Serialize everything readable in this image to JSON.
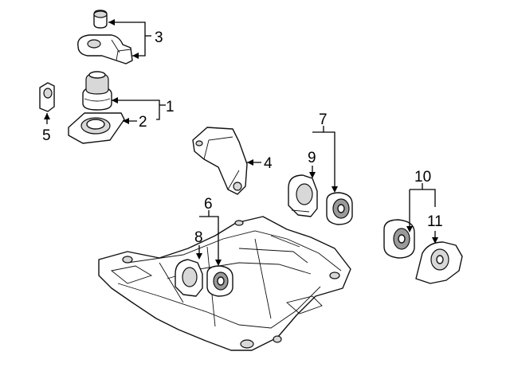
{
  "diagram": {
    "colors": {
      "line": "#111111",
      "shade": "#d8d8d8",
      "background": "#ffffff"
    },
    "callouts": [
      {
        "id": "1",
        "label": "1"
      },
      {
        "id": "2",
        "label": "2"
      },
      {
        "id": "3",
        "label": "3"
      },
      {
        "id": "4",
        "label": "4"
      },
      {
        "id": "5",
        "label": "5"
      },
      {
        "id": "6",
        "label": "6"
      },
      {
        "id": "7",
        "label": "7"
      },
      {
        "id": "8",
        "label": "8"
      },
      {
        "id": "9",
        "label": "9"
      },
      {
        "id": "10",
        "label": "10"
      },
      {
        "id": "11",
        "label": "11"
      }
    ]
  }
}
